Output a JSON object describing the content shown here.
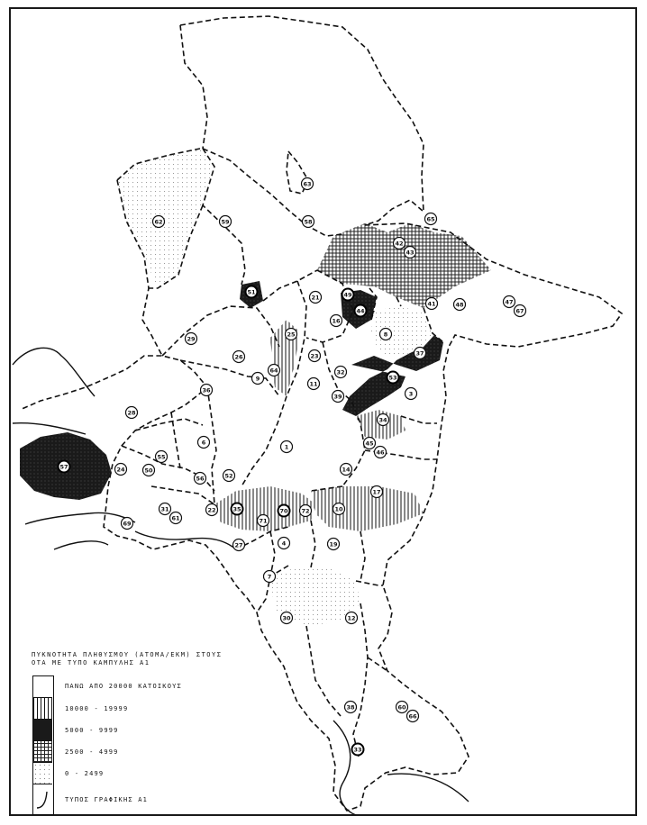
{
  "legend": {
    "title_line1": "ΠΥΚΝΟΤΗΤΑ ΠΛΗΘΥΣΜΟΥ (ΑΤΟΜΑ/ΕΚΜ) ΣΤΟΥΣ",
    "title_line2": "ΟΤΑ ΜΕ ΤΥΠΟ ΚΑΜΠΥΛΗΣ Α1",
    "items": [
      {
        "label": "ΠΑΝΩ ΑΠΟ 20000 ΚΑΤΟΙΚΟΥΣ",
        "pattern": "blank"
      },
      {
        "label": "10000 - 19999",
        "pattern": "vertical-hatch"
      },
      {
        "label": "5000 - 9999",
        "pattern": "solid-dark"
      },
      {
        "label": "2500 - 4999",
        "pattern": "cross-hatch"
      },
      {
        "label": "0 - 2499",
        "pattern": "dots"
      },
      {
        "label": "ΤΥΠΟΣ ΓΡΑΦΙΚΗΣ Α1",
        "pattern": "curve-symbol"
      }
    ]
  },
  "colors": {
    "ink": "#111111",
    "paper": "#ffffff",
    "dark_fill": "#1a1a1a"
  },
  "regions": [
    {
      "id": "1"
    },
    {
      "id": "3"
    },
    {
      "id": "4"
    },
    {
      "id": "6"
    },
    {
      "id": "7"
    },
    {
      "id": "8"
    },
    {
      "id": "9"
    },
    {
      "id": "10"
    },
    {
      "id": "11"
    },
    {
      "id": "12"
    },
    {
      "id": "14"
    },
    {
      "id": "16"
    },
    {
      "id": "17"
    },
    {
      "id": "19"
    },
    {
      "id": "21"
    },
    {
      "id": "22"
    },
    {
      "id": "23"
    },
    {
      "id": "24"
    },
    {
      "id": "25"
    },
    {
      "id": "26"
    },
    {
      "id": "27"
    },
    {
      "id": "28"
    },
    {
      "id": "29"
    },
    {
      "id": "30"
    },
    {
      "id": "31"
    },
    {
      "id": "32"
    },
    {
      "id": "33"
    },
    {
      "id": "34"
    },
    {
      "id": "35"
    },
    {
      "id": "36"
    },
    {
      "id": "37"
    },
    {
      "id": "38"
    },
    {
      "id": "39"
    },
    {
      "id": "41"
    },
    {
      "id": "42"
    },
    {
      "id": "43"
    },
    {
      "id": "44"
    },
    {
      "id": "45"
    },
    {
      "id": "46"
    },
    {
      "id": "47"
    },
    {
      "id": "48"
    },
    {
      "id": "49"
    },
    {
      "id": "50"
    },
    {
      "id": "51"
    },
    {
      "id": "52"
    },
    {
      "id": "53"
    },
    {
      "id": "55"
    },
    {
      "id": "56"
    },
    {
      "id": "57"
    },
    {
      "id": "58"
    },
    {
      "id": "59"
    },
    {
      "id": "60"
    },
    {
      "id": "61"
    },
    {
      "id": "62"
    },
    {
      "id": "63"
    },
    {
      "id": "64"
    },
    {
      "id": "65"
    },
    {
      "id": "66"
    },
    {
      "id": "67"
    },
    {
      "id": "69"
    },
    {
      "id": "70"
    },
    {
      "id": "71"
    },
    {
      "id": "72"
    }
  ]
}
